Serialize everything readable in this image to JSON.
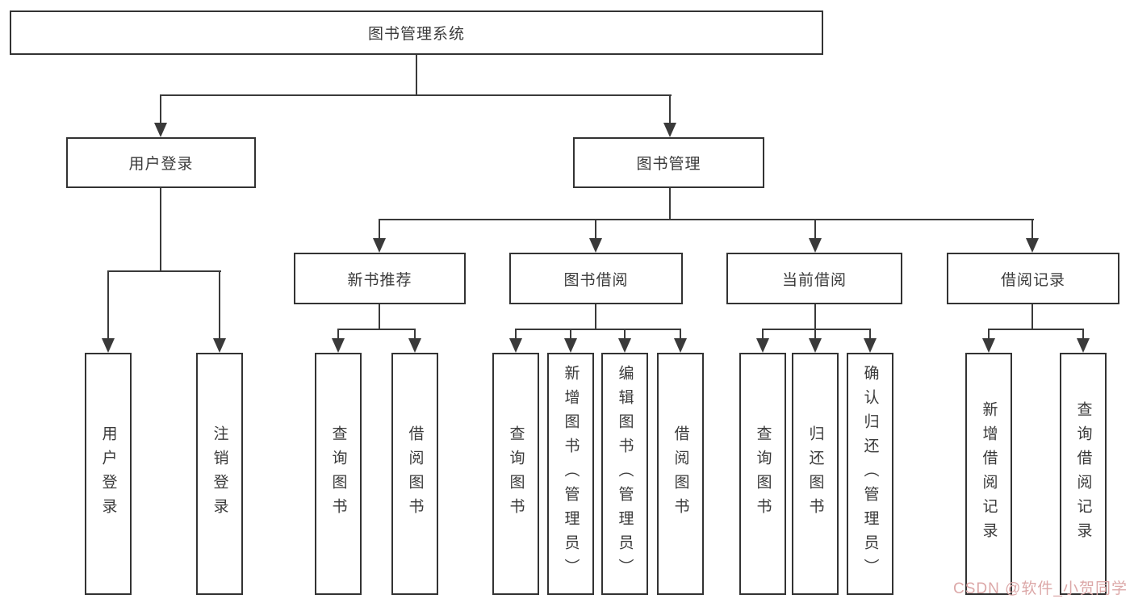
{
  "diagram": {
    "root": {
      "label": "图书管理系统"
    },
    "level2": [
      {
        "label": "用户登录"
      },
      {
        "label": "图书管理"
      }
    ],
    "level3": [
      {
        "label": "新书推荐"
      },
      {
        "label": "图书借阅"
      },
      {
        "label": "当前借阅"
      },
      {
        "label": "借阅记录"
      }
    ],
    "leaves": {
      "user": [
        "用户登录",
        "注销登录"
      ],
      "newbook": [
        "查询图书",
        "借阅图书"
      ],
      "borrow": [
        "查询图书",
        "新增图书（管理员）",
        "编辑图书（管理员）",
        "借阅图书"
      ],
      "current": [
        "查询图书",
        "归还图书",
        "确认归还（管理员）"
      ],
      "records": [
        "新增借阅记录",
        "查询借阅记录"
      ]
    }
  },
  "watermark": {
    "text": "CSDN @软件_小贺同学",
    "color": "#dca8a8"
  },
  "colors": {
    "line": "#3a3a3a",
    "border": "#333333",
    "text": "#3a3a3a",
    "background": "#ffffff"
  }
}
